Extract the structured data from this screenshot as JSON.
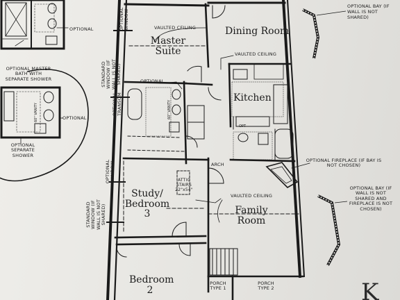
{
  "rooms": {
    "dining": "Dining Room",
    "master": "Master Suite",
    "kitchen": "Kitchen",
    "study": "Study/ Bedroom 3",
    "family": "Family Room",
    "bedroom2": "Bedroom 2"
  },
  "notes": {
    "optional_top": "OPTIONAL",
    "optional_mid": "OPTIONAL",
    "optional_bath": "OPTIONAL",
    "optional_master_bath": "OPTIONAL MASTER BATH WITH SEPARATE SHOWER",
    "optional_separate_shower": "OPTIONAL SEPARATE SHOWER",
    "vaulted_master": "VAULTED CEILING",
    "vaulted_kitchen": "VAULTED CEILING",
    "vaulted_family": "VAULTED CEILING",
    "optional_bay_top": "OPTIONAL BAY (IF WALL IS NOT SHARED)",
    "optional_fireplace": "OPTIONAL FIREPLACE (IF BAY IS NOT CHOSEN)",
    "optional_bay_right": "OPTIONAL BAY (IF WALL IS NOT SHARED AND FIREPLACE IS NOT CHOSEN)",
    "arch": "ARCH",
    "attic": "ATTIC STAIRS 22\"x54\"",
    "porch1": "PORCH TYPE 1",
    "porch2": "PORCH TYPE 2",
    "optional_window_top": "OPTIONAL WINDOW",
    "standard_window_top": "STANDARD WINDOW (IF WALL IS NOT SHARED)",
    "optional_transom": "OPTIONAL TRANSOM",
    "optional_window_mid": "OPTIONAL WINDOW",
    "standard_window_bottom": "STANDARD WINDOW (IF WALL IS NOT SHARED)",
    "vanity1": "60\" VANITY",
    "vanity2": "60\" VANITY",
    "opt": "OPT",
    "brand": "K"
  }
}
